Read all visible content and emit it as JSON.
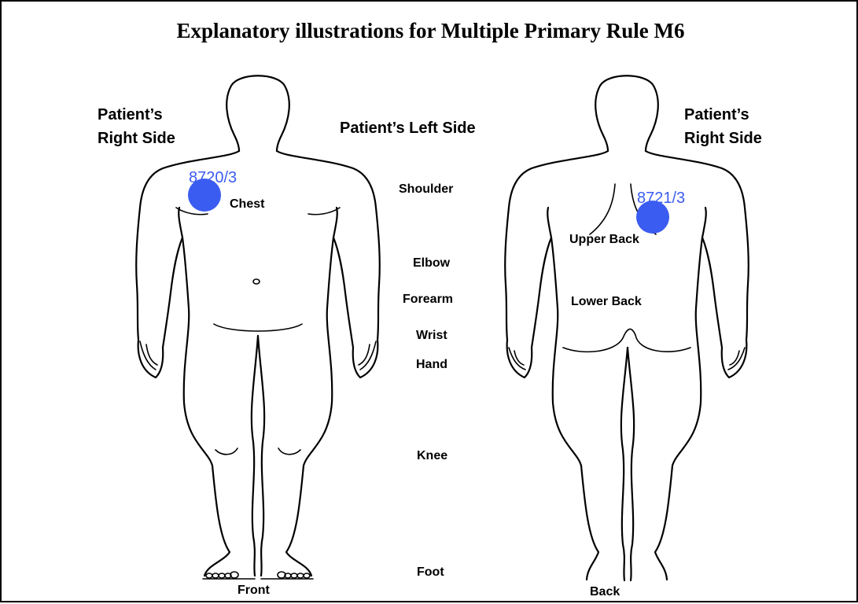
{
  "title": "Explanatory illustrations for Multiple Primary Rule M6",
  "front_view": {
    "caption": "Front",
    "side_right_line1": "Patient’s",
    "side_right_line2": "Right Side",
    "side_left": "Patient’s Left Side",
    "lesion_code": "8720/3",
    "lesion_site": "Chest"
  },
  "back_view": {
    "caption": "Back",
    "side_right_line1": "Patient’s",
    "side_right_line2": "Right Side",
    "lesion_code": "8721/3",
    "upper_site": "Upper Back",
    "lower_site": "Lower Back"
  },
  "body_parts": {
    "shoulder": "Shoulder",
    "elbow": "Elbow",
    "forearm": "Forearm",
    "wrist": "Wrist",
    "hand": "Hand",
    "knee": "Knee",
    "foot": "Foot"
  },
  "colors": {
    "lesion": "#3b5cf0",
    "lesion_text": "#3b5cf0",
    "outline": "#000000"
  }
}
